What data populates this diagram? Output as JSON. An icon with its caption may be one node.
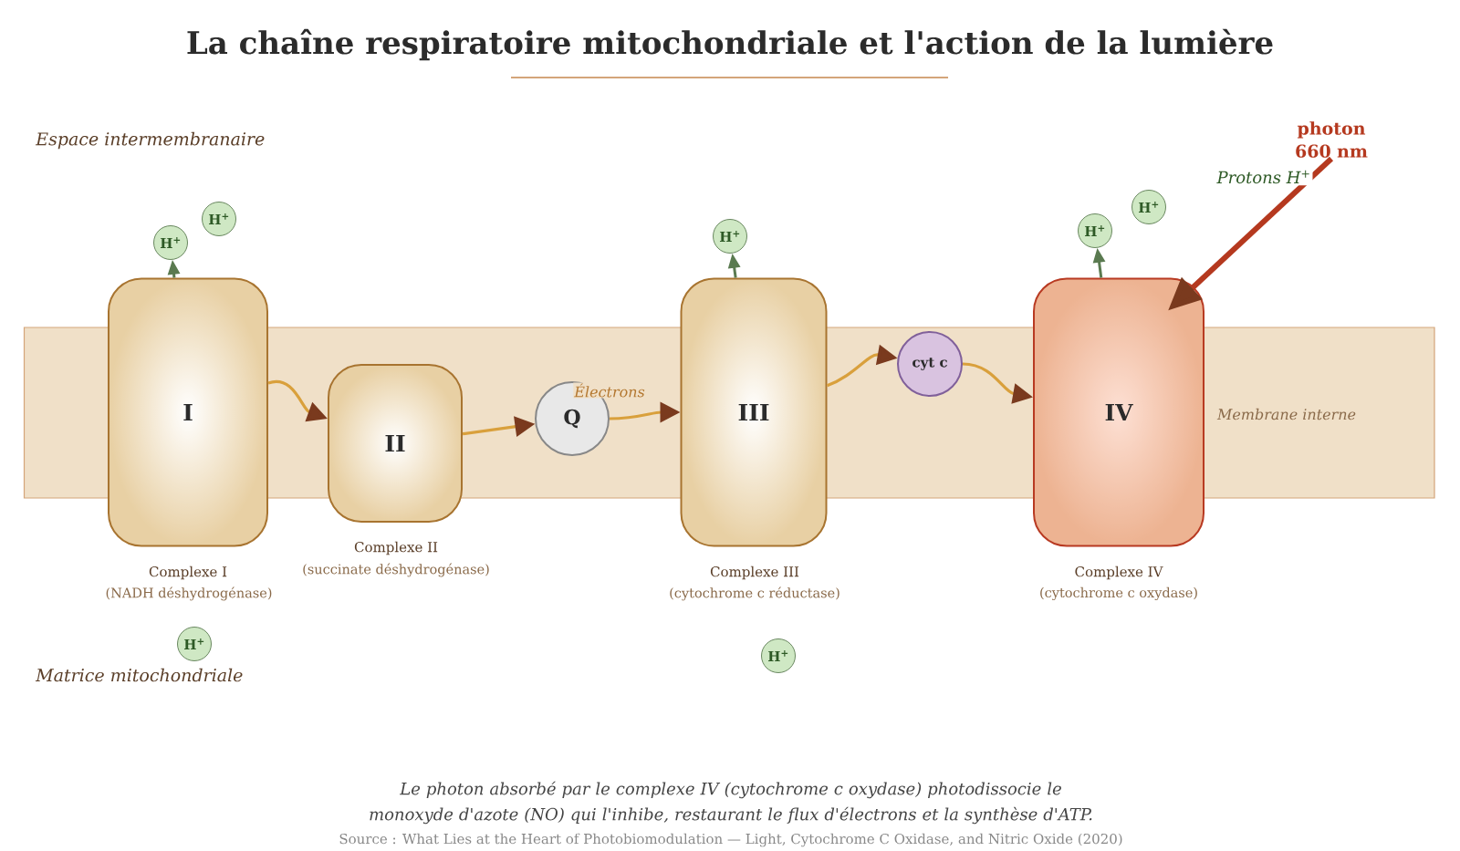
{
  "diagram": {
    "title": "La chaîne respiratoire mitochondriale et l'action de la lumière",
    "caption": "Le photon absorbé par le complexe IV (cytochrome c oxydase) photodissocie le monoxyde d'azote (NO) qui l'inhibe, restaurant le flux d'électrons et la synthèse d'ATP.",
    "nodes": [
      {
        "text": [
          "I"
        ],
        "beside": [
          "Complexe I",
          "(NADH déshydrogénase)"
        ]
      },
      {
        "text": [
          "II"
        ],
        "beside": [
          "Complexe II",
          "(succinate déshydrogénase)"
        ]
      },
      {
        "text": [
          "Q"
        ]
      },
      {
        "text": [
          "III"
        ],
        "beside": [
          "Complexe III",
          "(cytochrome c réductase)"
        ]
      },
      {
        "text": [
          "cyt c"
        ]
      },
      {
        "text": [
          "IV"
        ],
        "beside": [
          "Complexe IV",
          "(cytochrome c oxydase)"
        ]
      },
      {
        "text": [
          "H$^{+}$"
        ]
      },
      {
        "text": [
          "H$^{+}$"
        ]
      },
      {
        "text": [
          "H$^{+}$"
        ]
      },
      {
        "text": [
          "H$^{+}$"
        ]
      },
      {
        "text": [
          "H$^{+}$"
        ]
      },
      {
        "text": [
          "H$^{+}$"
        ]
      },
      {
        "text": [
          "H$^{+}$"
        ]
      },
      {
        "text": [
          "photon 660 nm"
        ]
      }
    ],
    "edges": [
      {
        "from": 0,
        "to": 1,
        "arrow": "to"
      },
      {
        "from": 1,
        "to": 2,
        "arrow": "to"
      },
      {
        "from": 2,
        "to": 3,
        "arrow": "to",
        "label": "Électrons"
      },
      {
        "from": 3,
        "to": 4,
        "arrow": "to"
      },
      {
        "from": 4,
        "to": 5,
        "arrow": "to"
      },
      {
        "from": 0,
        "to": 6,
        "arrow": "to",
        "color": "#5a7a50"
      },
      {
        "from": 3,
        "to": 8,
        "arrow": "to",
        "color": "#5a7a50"
      },
      {
        "from": 5,
        "to": 9,
        "arrow": "to",
        "color": "#5a7a50"
      },
      {
        "from": 13,
        "to": 5,
        "arrow": "to",
        "style": "thick",
        "color": "#b5391f"
      }
    ],
    "labels": [
      "Espace intermembranaire",
      "Protons H$^{+}$",
      "Membrane interne",
      "Matrice mitochondriale",
      "Source : What Lies at the Heart of Photobiomodulation — Light, Cytochrome C Oxidase, and Nitric Oxide (2020)"
    ]
  }
}
